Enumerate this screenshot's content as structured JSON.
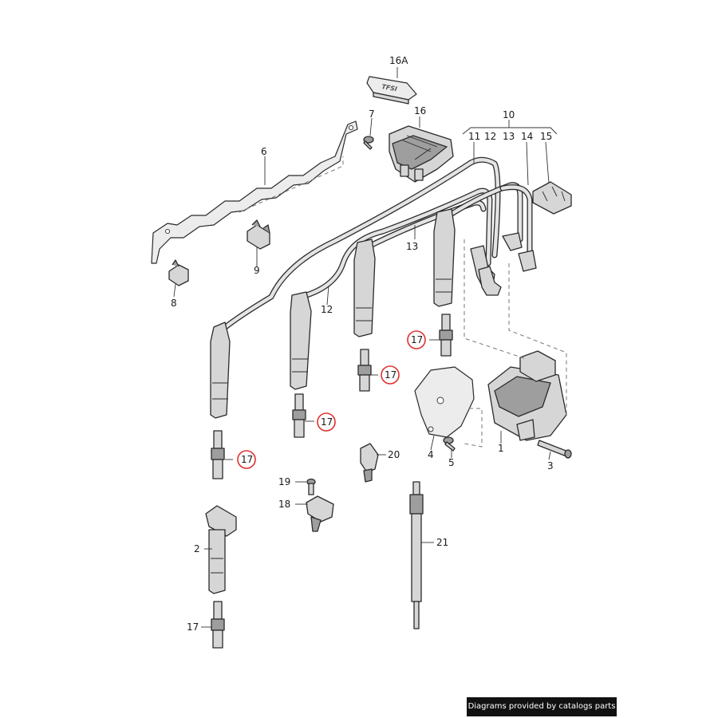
{
  "labels": {
    "p1": "1",
    "p2": "2",
    "p3": "3",
    "p4": "4",
    "p5": "5",
    "p6": "6",
    "p7": "7",
    "p8": "8",
    "p9": "9",
    "p10": "10",
    "p11": "11",
    "p12": "12",
    "p12b": "12",
    "p13": "13",
    "p13b": "13",
    "p14": "14",
    "p15": "15",
    "p16": "16",
    "p16a": "16A",
    "p17a": "17",
    "p17b": "17",
    "p17c": "17",
    "p17d": "17",
    "p17e": "17",
    "p18": "18",
    "p19": "19",
    "p20": "20",
    "p21": "21"
  },
  "cover_logo_text": "TFSI",
  "credit": "Diagrams provided by catalogs parts",
  "colors": {
    "highlight_ring": "#e0302e",
    "credit_bg": "#111111"
  }
}
